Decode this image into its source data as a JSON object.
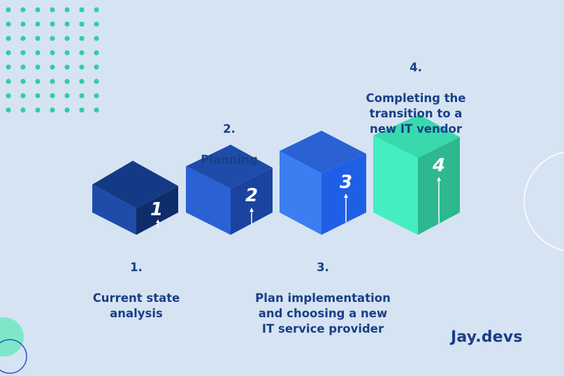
{
  "steps": [
    {
      "number": "1.",
      "text": "Current state\nanalysis",
      "digit": "1"
    },
    {
      "number": "2.",
      "text": "Planning",
      "digit": "2"
    },
    {
      "number": "3.",
      "text": "Plan implementation\nand choosing a new\nIT service provider",
      "digit": "3"
    },
    {
      "number": "4.",
      "text": "Completing the\ntransition to a\nnew IT vendor",
      "digit": "4"
    }
  ],
  "logo": {
    "text": "Jay.devs"
  },
  "colors": {
    "background": "#d6e3f3",
    "dots": "#2ecfa3",
    "text": "#1a3f86"
  }
}
